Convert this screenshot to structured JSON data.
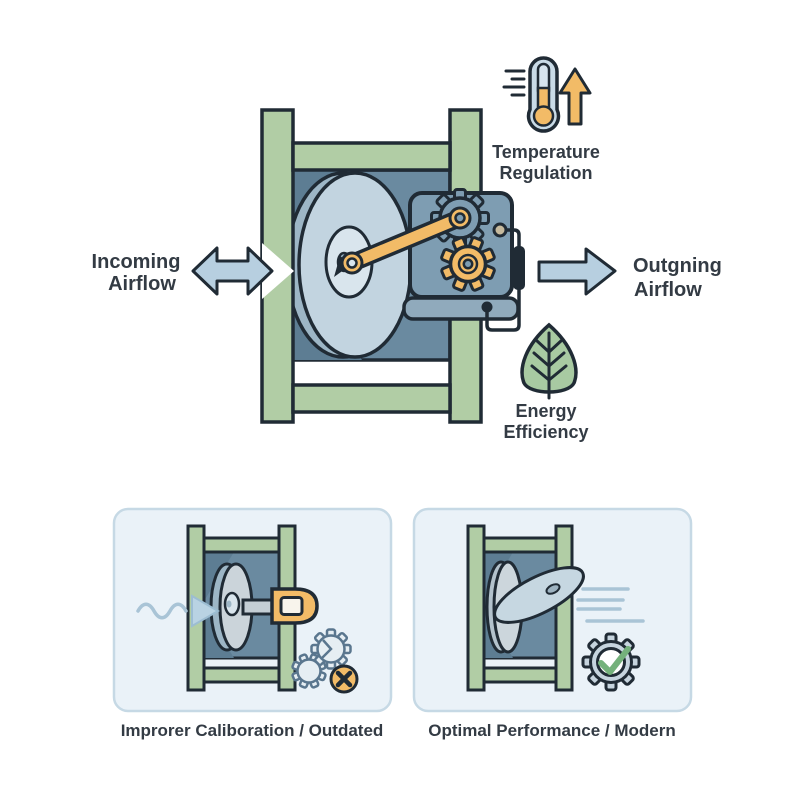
{
  "colors": {
    "ink": "#202b35",
    "green": "#b1cda5",
    "slate-panel": "#6a8aa0",
    "slate-dark": "#5d7d93",
    "disc-face": "#c2d4e0",
    "disc-rim": "#9db6c6",
    "hub": "#d9e5ed",
    "gearbox": "#7e9db2",
    "gearbox-base": "#90aabc",
    "orange": "#f2bb67",
    "knob": "#c6ba9e",
    "arrow-blue": "#b7cfe0",
    "thermo": "#c9dbe7",
    "leaf": "#a8caa2",
    "card-bg": "#eaf2f8",
    "card-border": "#c6d9e5",
    "text": "#333b44",
    "wave-blue": "#a9c4d6",
    "check": "#74b17b",
    "gear-light": "#c6d4de",
    "broken-fill": "#e6eef3",
    "broken-stroke": "#5a768e"
  },
  "labels": {
    "incoming": {
      "line1": "Incoming",
      "line2": "Airflow"
    },
    "outgoing": {
      "line1": "Outgning",
      "line2": "Airflow"
    },
    "temperature": {
      "line1": "Temperature",
      "line2": "Regulation"
    },
    "energy": {
      "line1": "Energy",
      "line2": "Efficiency"
    }
  },
  "panels": {
    "improper": {
      "caption": "Improrer Caliboration / Outdated"
    },
    "optimal": {
      "caption": "Optimal Performance / Modern"
    }
  },
  "icons": {
    "temperature": "thermometer-with-up-arrow",
    "energy": "leaf",
    "incoming": "double-headed-arrow",
    "outgoing": "right-arrow",
    "improper": "broken-gears-with-x-badge",
    "optimal": "gear-with-checkmark"
  }
}
